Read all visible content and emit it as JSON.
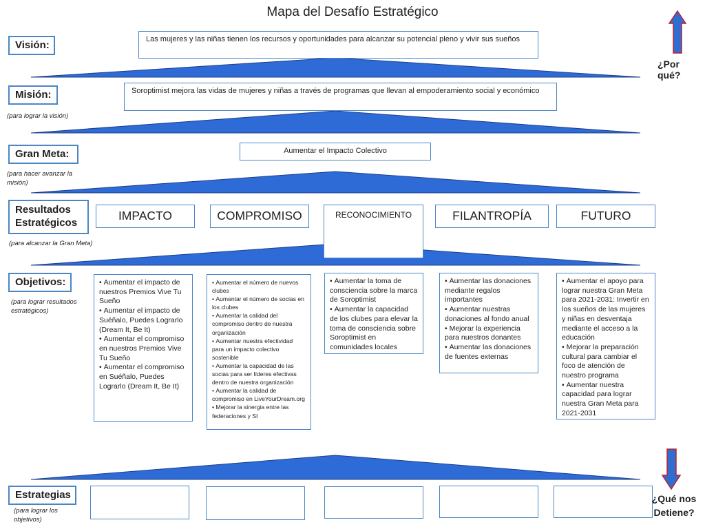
{
  "title": "Mapa del Desafío Estratégico",
  "colors": {
    "arrow_up": "#2f6ed0",
    "arrow_down": "#2f6ed0",
    "arrow_border": "#c0212e",
    "triangle": "#2e6bd6",
    "box_border": "#4a86c5"
  },
  "vision": {
    "label": "Visión:",
    "text": "Las mujeres y las niñas tienen los recursos y oportunidades para alcanzar su potencial pleno y vivir sus sueños"
  },
  "mision": {
    "label": "Misión:",
    "note": "(para lograr la visión)",
    "text": "Soroptimist mejora las vidas de mujeres y niñas a través de programas que llevan al empoderamiento social y económico"
  },
  "gran_meta": {
    "label": "Gran Meta:",
    "note": "(para hacer avanzar la misión)",
    "text": "Aumentar el Impacto Colectivo"
  },
  "resultados": {
    "label": "Resultados Estratégicos",
    "note": "(para alcanzar la Gran Meta)",
    "items": [
      "IMPACTO",
      "COMPROMISO",
      "RECONOCIMIENTO",
      "FILANTROPÍA",
      "FUTURO"
    ]
  },
  "objetivos": {
    "label": "Objetivos:",
    "note": "(para lograr resultados estratégicos)",
    "columns": [
      [
        "Aumentar el impacto de nuestros Premios Vive Tu Sueño",
        "Aumentar el impacto de Suéñalo, Puedes Lograrlo (Dream It, Be It)",
        "Aumentar el compromiso en nuestros Premios Vive Tu Sueño",
        "Aumentar el compromiso en Suéñalo, Puedes Lograrlo (Dream It, Be It)"
      ],
      [
        "Aumentar el número de nuevos clubes",
        "Aumentar el número de socias en los clubes",
        "Aumentar la calidad del compromiso dentro de nuestra organización",
        "Aumentar nuestra efectividad para un impacto colectivo sostenible",
        "Aumentar la capacidad de las socias para ser líderes efectivas dentro de nuestra organización",
        "Aumentar la calidad de compromiso en LiveYourDream.org",
        "Mejorar la sinergia entre las federaciones y SI"
      ],
      [
        "Aumentar la toma de consciencia sobre la marca de Soroptimist",
        "Aumentar la capacidad de los clubes para elevar la toma de consciencia sobre Soroptimist en comunidades locales"
      ],
      [
        "Aumentar las donaciones mediante regalos importantes",
        "Aumentar nuestras donaciones al fondo anual",
        "Mejorar la experiencia para nuestros donantes",
        "Aumentar las donaciones de fuentes externas"
      ],
      [
        "Aumentar el apoyo para lograr nuestra Gran Meta para 2021-2031: Invertir en los sueños de las mujeres y niñas en desventaja mediante el acceso a la educación",
        "Mejorar la preparación cultural para cambiar el foco de atención de nuestro programa",
        "Aumentar nuestra capacidad para lograr nuestra Gran Meta para 2021-2031"
      ]
    ]
  },
  "estrategias": {
    "label": "Estrategias",
    "note": "(para lograr los objetivos)"
  },
  "por_que": "¿Por qué?",
  "que_nos_detiene": "¿Qué nos Detiene?"
}
